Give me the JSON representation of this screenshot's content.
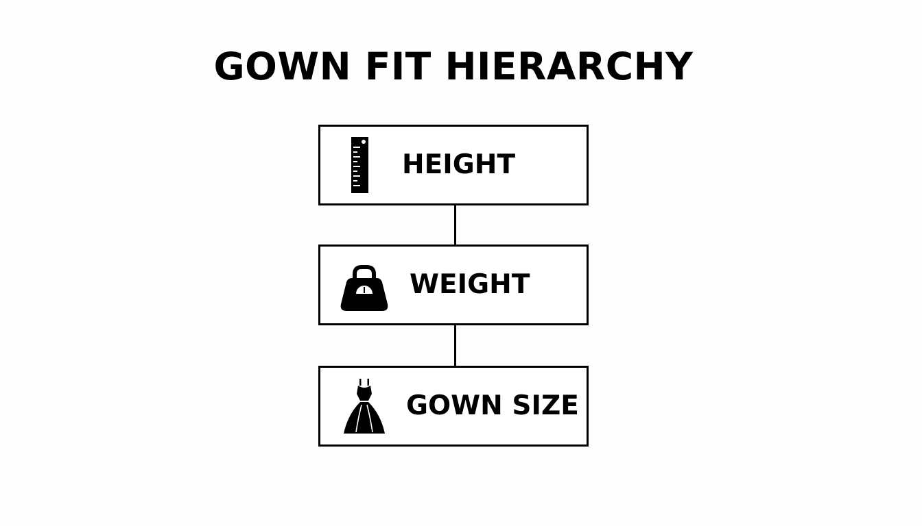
{
  "title": "GOWN FIT HIERARCHY",
  "levels": [
    {
      "label": "HEIGHT",
      "icon": "ruler-icon"
    },
    {
      "label": "WEIGHT",
      "icon": "weight-scale-icon"
    },
    {
      "label": "GOWN SIZE",
      "icon": "dress-icon"
    }
  ],
  "colors": {
    "background": "#ffffff",
    "stroke": "#000000",
    "text": "#000000"
  }
}
